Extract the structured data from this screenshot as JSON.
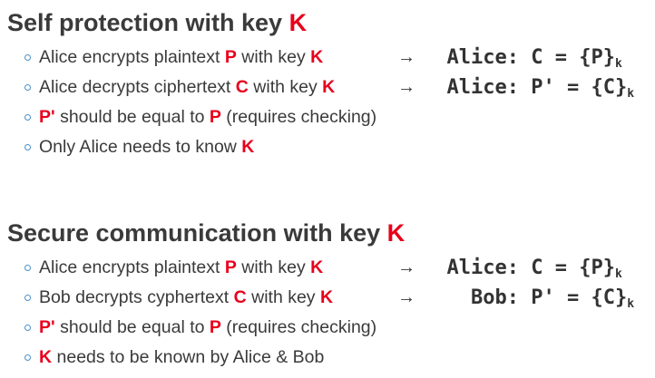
{
  "sections": [
    {
      "heading": "Self protection with key ",
      "heading_key": "K",
      "bullets": [
        {
          "parts": [
            {
              "t": "Alice encrypts plaintext "
            },
            {
              "t": "P",
              "red": true
            },
            {
              "t": " with key "
            },
            {
              "t": "K",
              "red": true
            }
          ],
          "arrow": "→",
          "formula": {
            "who": "Alice:",
            "lhs": "C",
            "eq": "=",
            "rhs": "{P}",
            "sub": "k"
          }
        },
        {
          "parts": [
            {
              "t": "Alice decrypts ciphertext "
            },
            {
              "t": "C",
              "red": true
            },
            {
              "t": " with key "
            },
            {
              "t": "K",
              "red": true
            }
          ],
          "arrow": "→",
          "formula": {
            "who": "Alice:",
            "lhs": "P'",
            "eq": "=",
            "rhs": "{C}",
            "sub": "k"
          }
        },
        {
          "parts": [
            {
              "t": "P'",
              "red": true
            },
            {
              "t": " should be equal to "
            },
            {
              "t": "P",
              "red": true
            },
            {
              "t": " (requires checking)"
            }
          ]
        },
        {
          "parts": [
            {
              "t": "Only Alice needs to know "
            },
            {
              "t": "K",
              "red": true
            }
          ]
        }
      ]
    },
    {
      "heading": "Secure communication with key ",
      "heading_key": "K",
      "bullets": [
        {
          "parts": [
            {
              "t": "Alice encrypts plaintext "
            },
            {
              "t": "P",
              "red": true
            },
            {
              "t": " with key "
            },
            {
              "t": "K",
              "red": true
            }
          ],
          "arrow": "→",
          "formula": {
            "who": "Alice:",
            "lhs": "C",
            "eq": "=",
            "rhs": "{P}",
            "sub": "k"
          }
        },
        {
          "parts": [
            {
              "t": "Bob decrypts cyphertext "
            },
            {
              "t": "C",
              "red": true
            },
            {
              "t": " with key "
            },
            {
              "t": "K",
              "red": true
            }
          ],
          "arrow": "→",
          "formula": {
            "who": "Bob:",
            "lhs": "P'",
            "eq": "=",
            "rhs": "{C}",
            "sub": "k"
          }
        },
        {
          "parts": [
            {
              "t": "P'",
              "red": true
            },
            {
              "t": " should be equal to "
            },
            {
              "t": "P",
              "red": true
            },
            {
              "t": " (requires checking)"
            }
          ]
        },
        {
          "parts": [
            {
              "t": "K",
              "red": true
            },
            {
              "t": " needs to be known by Alice & Bob"
            }
          ]
        }
      ]
    }
  ],
  "colors": {
    "key_red": "#e8001c",
    "text": "#3a3a3a",
    "bullet_dot": "#4a90c8"
  }
}
